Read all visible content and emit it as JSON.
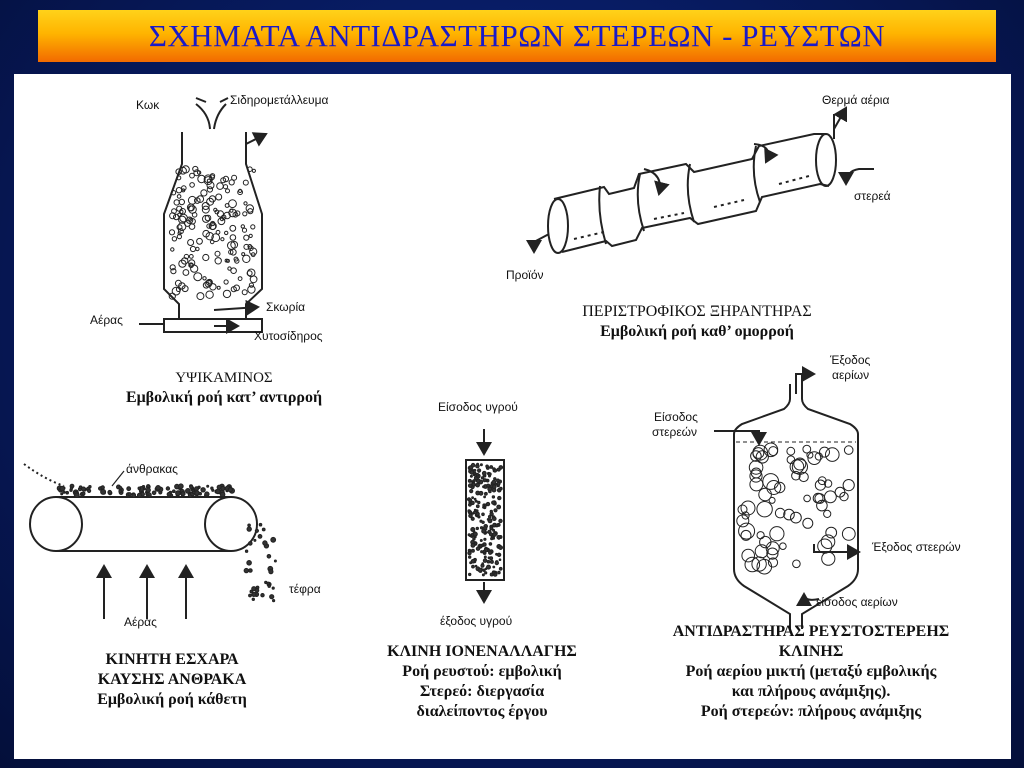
{
  "title": "ΣΧΗΜΑΤΑ ΑΝΤΙΔΡΑΣΤΗΡΩΝ ΣΤΕΡΕΩΝ - ΡΕΥΣΤΩΝ",
  "colors": {
    "title_text": "#1a1ac8",
    "title_bg_top": "#ffd21a",
    "title_bg_bottom": "#f26a00",
    "background": "#071a5e"
  },
  "blast_furnace": {
    "labels": {
      "coke": "Κωκ",
      "ore": "Σιδηρομετάλλευμα",
      "air": "Αέρας",
      "slag": "Σκωρία",
      "pig_iron": "Χυτοσίδηρος"
    },
    "caption": {
      "line1": "ΥΨΙΚΑΜΙΝΟΣ",
      "line2": "Εμβολική ροή κατ’ αντιρροή"
    }
  },
  "rotary_dryer": {
    "labels": {
      "hot_gases": "Θερμά αέρια",
      "solids": "στερεά",
      "product": "Προϊόν"
    },
    "caption": {
      "line1": "ΠΕΡΙΣΤΡΟΦΙΚΟΣ ΞΗΡΑΝΤΗΡΑΣ",
      "line2": "Εμβολική ροή καθ’ ομορροή"
    }
  },
  "fluidized_bed": {
    "labels": {
      "gas_exit_1": "Έξοδος",
      "gas_exit_2": "αερίων",
      "solids_in_1": "Είσοδος",
      "solids_in_2": "στερεών",
      "solids_exit": "Έξοδος στεερών",
      "gas_in": "είσοδος αερίων"
    },
    "caption": {
      "line1": "ΑΝΤΙΔΡΑΣΤΗΡΑΣ ΡΕΥΣΤΟΣΤΕΡΕΗΣ",
      "line2": "ΚΛΙΝΗΣ",
      "line3": "Ροή αερίου μικτή (μεταξύ εμβολικής",
      "line4": "και πλήρους ανάμιξης).",
      "line5": "Ροή στερεών: πλήρους ανάμιξης"
    }
  },
  "traveling_grate": {
    "labels": {
      "coal": "άνθρακας",
      "ash": "τέφρα",
      "air": "Αέρας"
    },
    "caption": {
      "line1": "ΚΙΝΗΤΗ ΕΣΧΑΡΑ",
      "line2": "ΚΑΥΣΗΣ ΑΝΘΡΑΚΑ",
      "line3": "Εμβολική ροή κάθετη"
    }
  },
  "ion_exchange": {
    "labels": {
      "liquid_in": "Είσοδος υγρού",
      "liquid_out": "έξοδος υγρού"
    },
    "caption": {
      "line1": "ΚΛΙΝΗ ΙΟΝΕΝΑΛΛΑΓΗΣ",
      "line2": "Ροή ρευστού: εμβολική",
      "line3": "Στερεό: διεργασία",
      "line4": "διαλείποντος έργου"
    }
  }
}
